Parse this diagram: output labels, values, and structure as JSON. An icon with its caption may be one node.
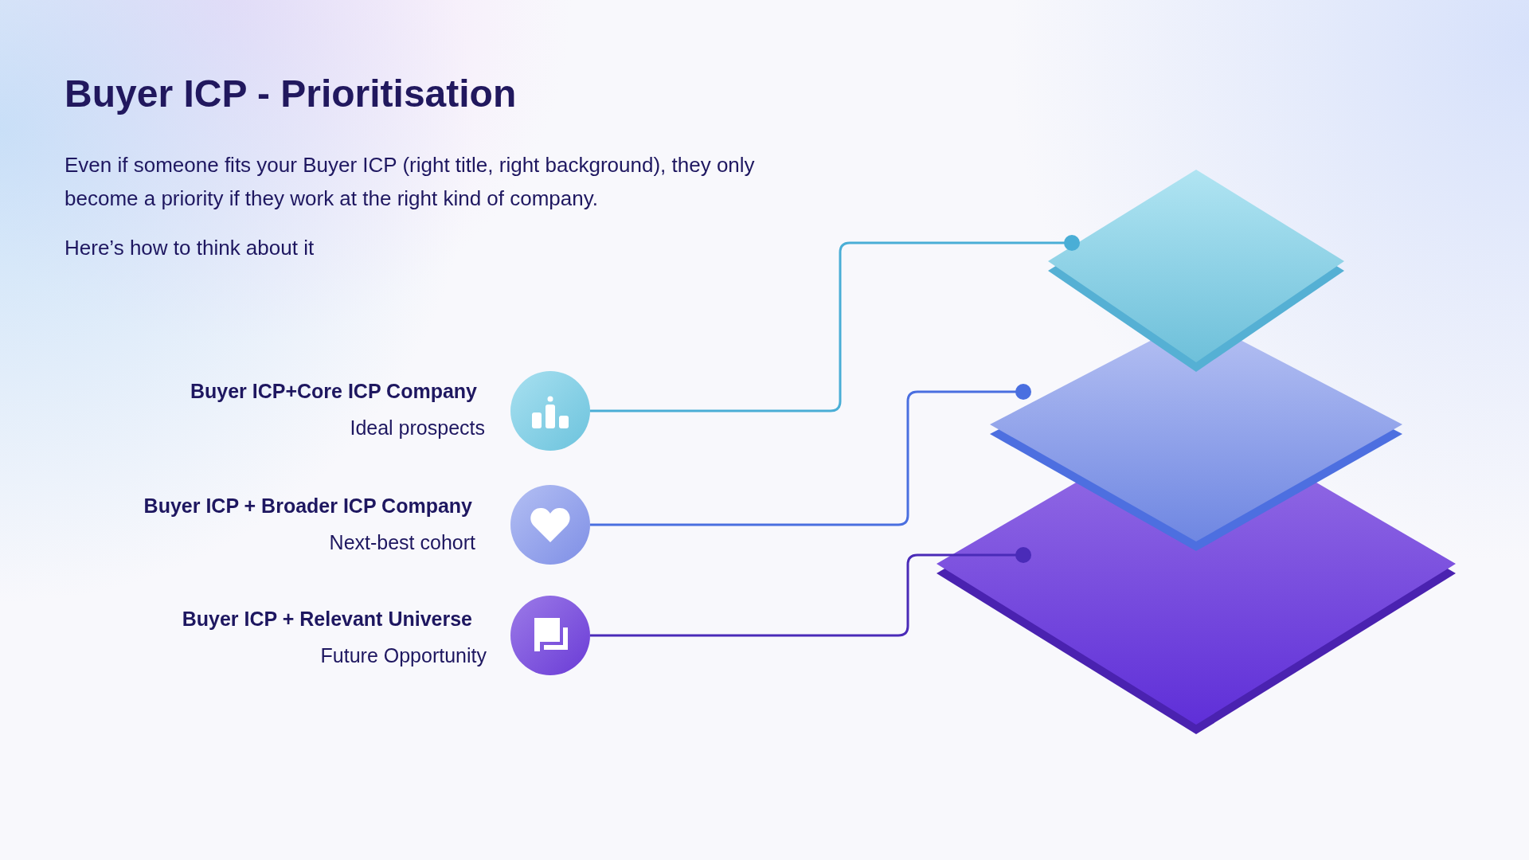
{
  "diagram": {
    "title": "Buyer ICP - Prioritisation",
    "nodes": [
      {
        "text": [
          "Buyer ICP+Core ICP Company",
          "Ideal prospects"
        ]
      },
      {
        "text": [
          "Buyer ICP + Broader ICP Company",
          "Next-best cohort"
        ]
      },
      {
        "text": [
          "Buyer ICP + Relevant Universe",
          "Future Opportunity"
        ]
      },
      {
        "text": [],
        "shape": "diamond"
      },
      {
        "text": [],
        "shape": "diamond"
      },
      {
        "text": [],
        "shape": "diamond"
      }
    ],
    "edges": [
      {
        "from": 0,
        "to": 3,
        "arrow": "other",
        "color": "#4aaed6"
      },
      {
        "from": 1,
        "to": 4,
        "arrow": "other",
        "color": "#4a6fe0"
      },
      {
        "from": 2,
        "to": 5,
        "arrow": "other",
        "color": "#4a2bb8"
      }
    ],
    "labels": [
      "Even if someone fits your Buyer ICP (right title, right background), they only become a priority if they work at the right kind of company.",
      "Here’s how to think about it"
    ]
  }
}
